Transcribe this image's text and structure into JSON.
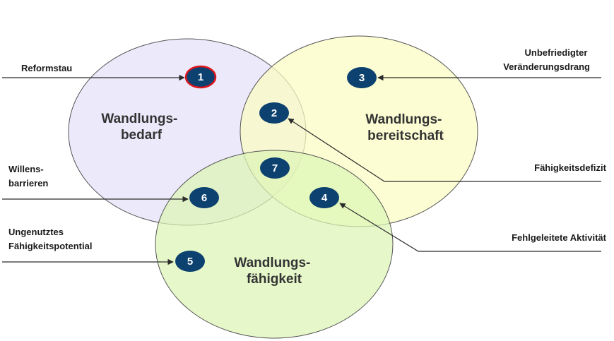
{
  "colors": {
    "circle_bedarf": "#e4e0fa",
    "circle_bereitschaft": "#fbfcc0",
    "circle_faehigkeit": "#dcf5b5",
    "circle_stroke": "#555555",
    "badge_fill": "#0c4170",
    "badge_highlight": "#e0161d",
    "line": "#2b2b2b"
  },
  "circles": {
    "bedarf": [
      "Wandlungs-",
      "bedarf"
    ],
    "bereitschaft": [
      "Wandlungs-",
      "bereitschaft"
    ],
    "faehigkeit": [
      "Wandlungs-",
      "fähigkeit"
    ]
  },
  "badges": [
    "1",
    "2",
    "3",
    "4",
    "5",
    "6",
    "7"
  ],
  "labels": {
    "reformstau": [
      "Reformstau"
    ],
    "drang": [
      "Unbefriedigter",
      "Veränderungsdrang"
    ],
    "defizit": [
      "Fähigkeitsdefizit"
    ],
    "willens": [
      "Willens-",
      "barrieren"
    ],
    "aktivitaet": [
      "Fehlgeleitete Aktivität"
    ],
    "potential": [
      "Ungenutztes",
      "Fähigkeitspotential"
    ]
  }
}
